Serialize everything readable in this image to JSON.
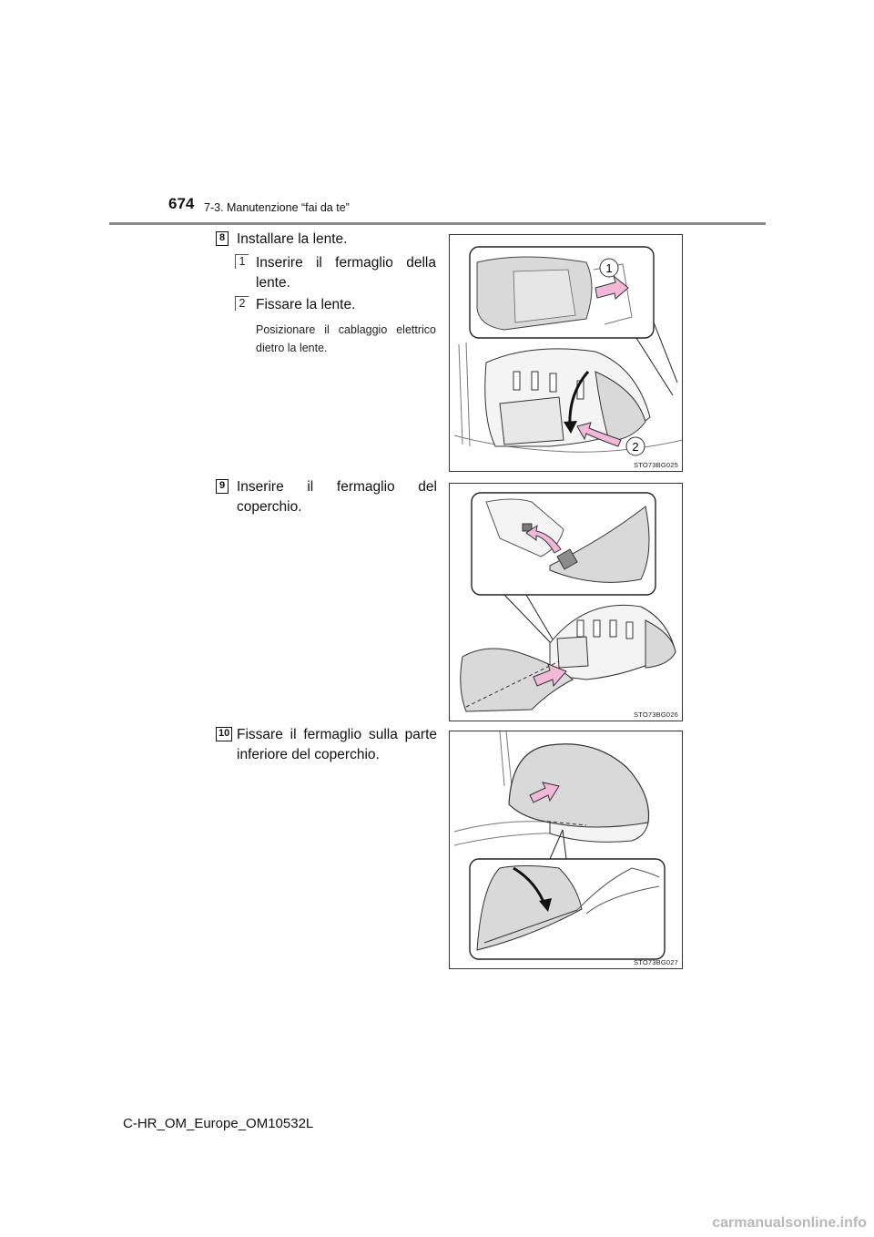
{
  "header": {
    "page_number": "674",
    "section_title": "7-3. Manutenzione “fai da te”"
  },
  "steps": [
    {
      "badge": "8",
      "text": "Installare la lente.",
      "substeps": [
        {
          "badge": "1",
          "text": "Inserire il fermaglio della lente."
        },
        {
          "badge": "2",
          "text": "Fissare la lente."
        }
      ],
      "note": "Posizionare il cablaggio elettrico dietro la lente.",
      "figure": {
        "code": "STO73BG025",
        "callouts": [
          "1",
          "2"
        ]
      }
    },
    {
      "badge": "9",
      "text": "Inserire il fermaglio del coperchio.",
      "figure": {
        "code": "STO73BG026"
      }
    },
    {
      "badge": "10",
      "text": "Fissare il fermaglio sulla parte inferiore del coperchio.",
      "figure": {
        "code": "STO73BG027"
      }
    }
  ],
  "footer": {
    "document_id": "C-HR_OM_Europe_OM10532L",
    "watermark": "carmanualsonline.info"
  },
  "colors": {
    "arrow_fill": "#f2b8d8",
    "part_gray": "#d9d9d9",
    "rule_gray": "#8a8a8a"
  }
}
